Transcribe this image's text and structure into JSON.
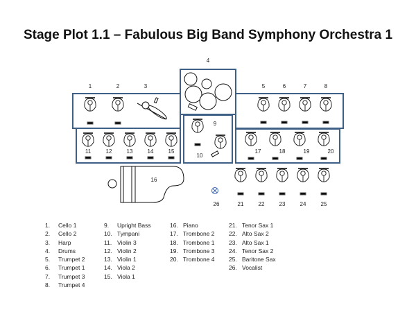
{
  "title": "Stage Plot 1.1 – Fabulous Big Band Symphony Orchestra 1",
  "colors": {
    "box_border": "#3e5f86",
    "vocalist_marker": "#3b64b0"
  },
  "position_numbers": {
    "cellos_harp": [
      "1",
      "2",
      "3"
    ],
    "drums": "4",
    "trumpets": [
      "5",
      "6",
      "7",
      "8"
    ],
    "strings": [
      "11",
      "12",
      "13",
      "14",
      "15"
    ],
    "bass": "9",
    "tympani": "10",
    "trombones": [
      "17",
      "18",
      "19",
      "20"
    ],
    "piano": "16",
    "vocalist": "26",
    "saxes": [
      "21",
      "22",
      "23",
      "24",
      "25"
    ]
  },
  "legend": [
    [
      {
        "n": "1.",
        "l": "Cello 1"
      },
      {
        "n": "2.",
        "l": "Cello 2"
      },
      {
        "n": "3.",
        "l": "Harp"
      },
      {
        "n": "4.",
        "l": "Drums"
      },
      {
        "n": "5.",
        "l": "Trumpet 2"
      },
      {
        "n": "6.",
        "l": "Trumpet 1"
      },
      {
        "n": "7.",
        "l": "Trumpet 3"
      },
      {
        "n": "8.",
        "l": "Trumpet 4"
      }
    ],
    [
      {
        "n": "9.",
        "l": "Upright Bass"
      },
      {
        "n": "10.",
        "l": "Tympani"
      },
      {
        "n": "11.",
        "l": "Violin 3"
      },
      {
        "n": "12.",
        "l": "Violin 2"
      },
      {
        "n": "13.",
        "l": "Violin 1"
      },
      {
        "n": "14.",
        "l": "Viola 2"
      },
      {
        "n": "15.",
        "l": "Viola 1"
      }
    ],
    [
      {
        "n": "16.",
        "l": "Piano"
      },
      {
        "n": "17.",
        "l": "Trombone 2"
      },
      {
        "n": "18.",
        "l": "Trombone 1"
      },
      {
        "n": "19.",
        "l": "Trombone 3"
      },
      {
        "n": "20.",
        "l": "Trombone 4"
      }
    ],
    [
      {
        "n": "21.",
        "l": "Tenor Sax 1"
      },
      {
        "n": "22.",
        "l": "Alto Sax 2"
      },
      {
        "n": "23.",
        "l": "Alto Sax 1"
      },
      {
        "n": "24.",
        "l": "Tenor Sax 2"
      },
      {
        "n": "25.",
        "l": "Baritone Sax"
      },
      {
        "n": "26.",
        "l": "Vocalist"
      }
    ]
  ]
}
